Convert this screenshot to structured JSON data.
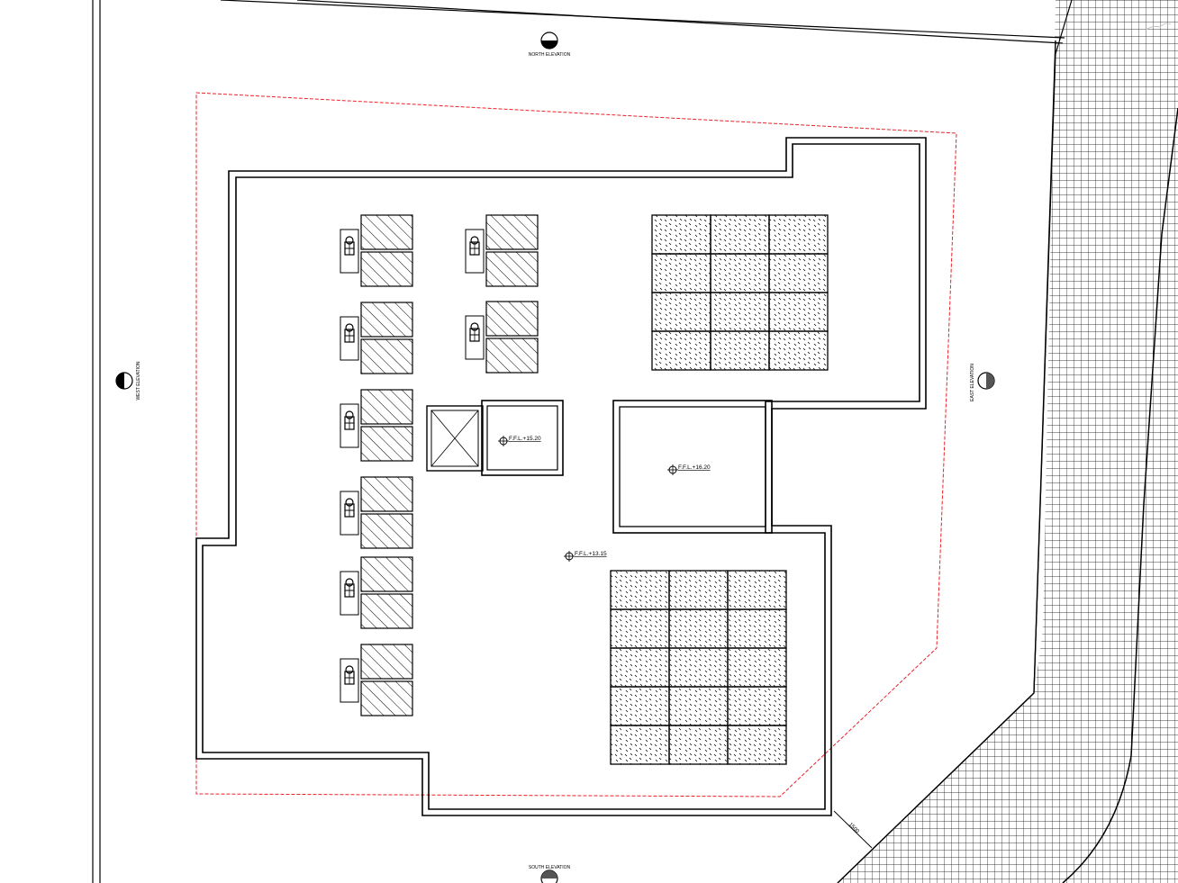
{
  "elevations": {
    "north": "NORTH ELEVATION",
    "south": "SOUTH ELEVATION",
    "east": "EAST ELEVATION",
    "west": "WEST ELEVATION"
  },
  "levels": {
    "main_roof": "F.F.L.+13.15",
    "stair_headroom": "F.F.L.+15.20",
    "upper_block": "F.F.L.+16.20"
  },
  "dimension_note": "1500",
  "colors": {
    "line": "#000000",
    "setback": "#e8232a",
    "background": "#ffffff"
  },
  "icons": {
    "elevation_marker": "half-filled-circle",
    "level_marker": "crosshair-circle",
    "solar_panel": "diagonal-hatch",
    "tank": "water-tank-symbol"
  }
}
